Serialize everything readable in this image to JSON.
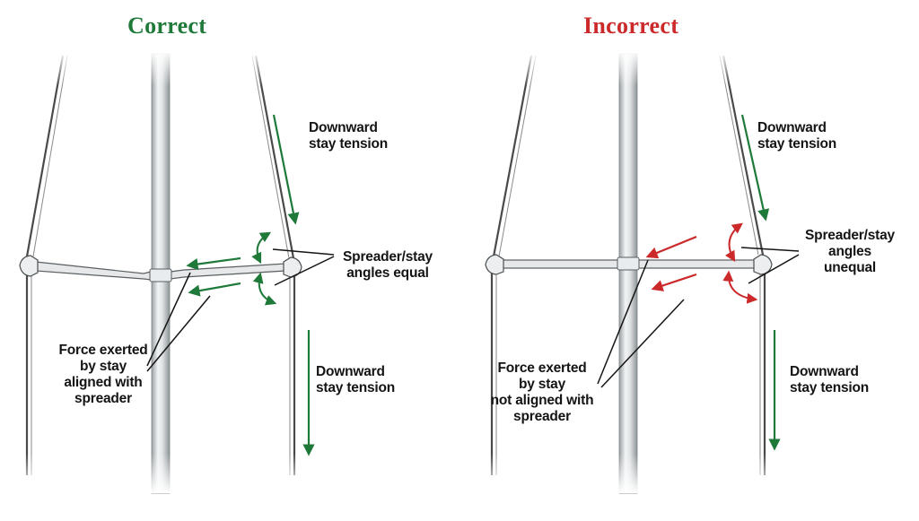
{
  "colors": {
    "correct": "#1f7a3a",
    "incorrect": "#cc2a2a",
    "label_text": "#141414",
    "mast": "#c8ccce",
    "rigging": "#4a4a4a"
  },
  "panels": {
    "correct": {
      "title": "Correct",
      "upper_tension": "Downward\nstay tension",
      "angles": "Spreader/stay\nangles equal",
      "force": "Force exerted\nby stay\naligned with\nspreader",
      "lower_tension": "Downward\nstay tension"
    },
    "incorrect": {
      "title": "Incorrect",
      "upper_tension": "Downward\nstay tension",
      "angles": "Spreader/stay\nangles\nunequal",
      "force": "Force exerted\nby stay\nnot aligned with\nspreader",
      "lower_tension": "Downward\nstay tension"
    }
  }
}
